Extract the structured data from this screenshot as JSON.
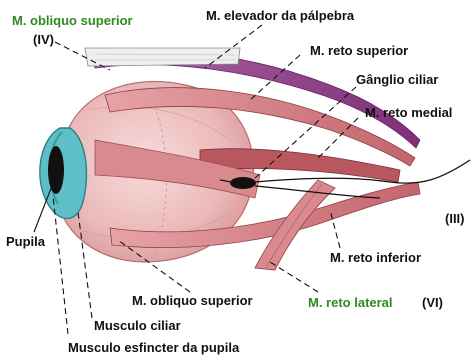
{
  "diagram": {
    "labels": {
      "obliquo_superior_top": "M. obliquo superior",
      "nerve_iv": "(IV)",
      "elevador": "M. elevador da pálpebra",
      "reto_superior": "M. reto superior",
      "ganglio": "Gânglio ciliar",
      "reto_medial": "M. reto medial",
      "nerve_iii": "(III)",
      "pupila": "Pupila",
      "reto_inferior": "M. reto inferior",
      "obliquo_superior_bottom": "M. obliquo superior",
      "reto_lateral": "M. reto lateral",
      "nerve_vi": "(VI)",
      "musculo_ciliar": "Musculo ciliar",
      "esfincter": "Musculo esfincter da pupila"
    },
    "colors": {
      "label_text": "#111111",
      "highlight_label": "#2e8b1e",
      "cornea": "#5fbfc9",
      "pupil": "#111111",
      "sclera": "#f0c8c8",
      "muscle": "#c9747a",
      "muscle_purple": "#8e3e8a",
      "tendon": "#e6e6e6"
    }
  }
}
